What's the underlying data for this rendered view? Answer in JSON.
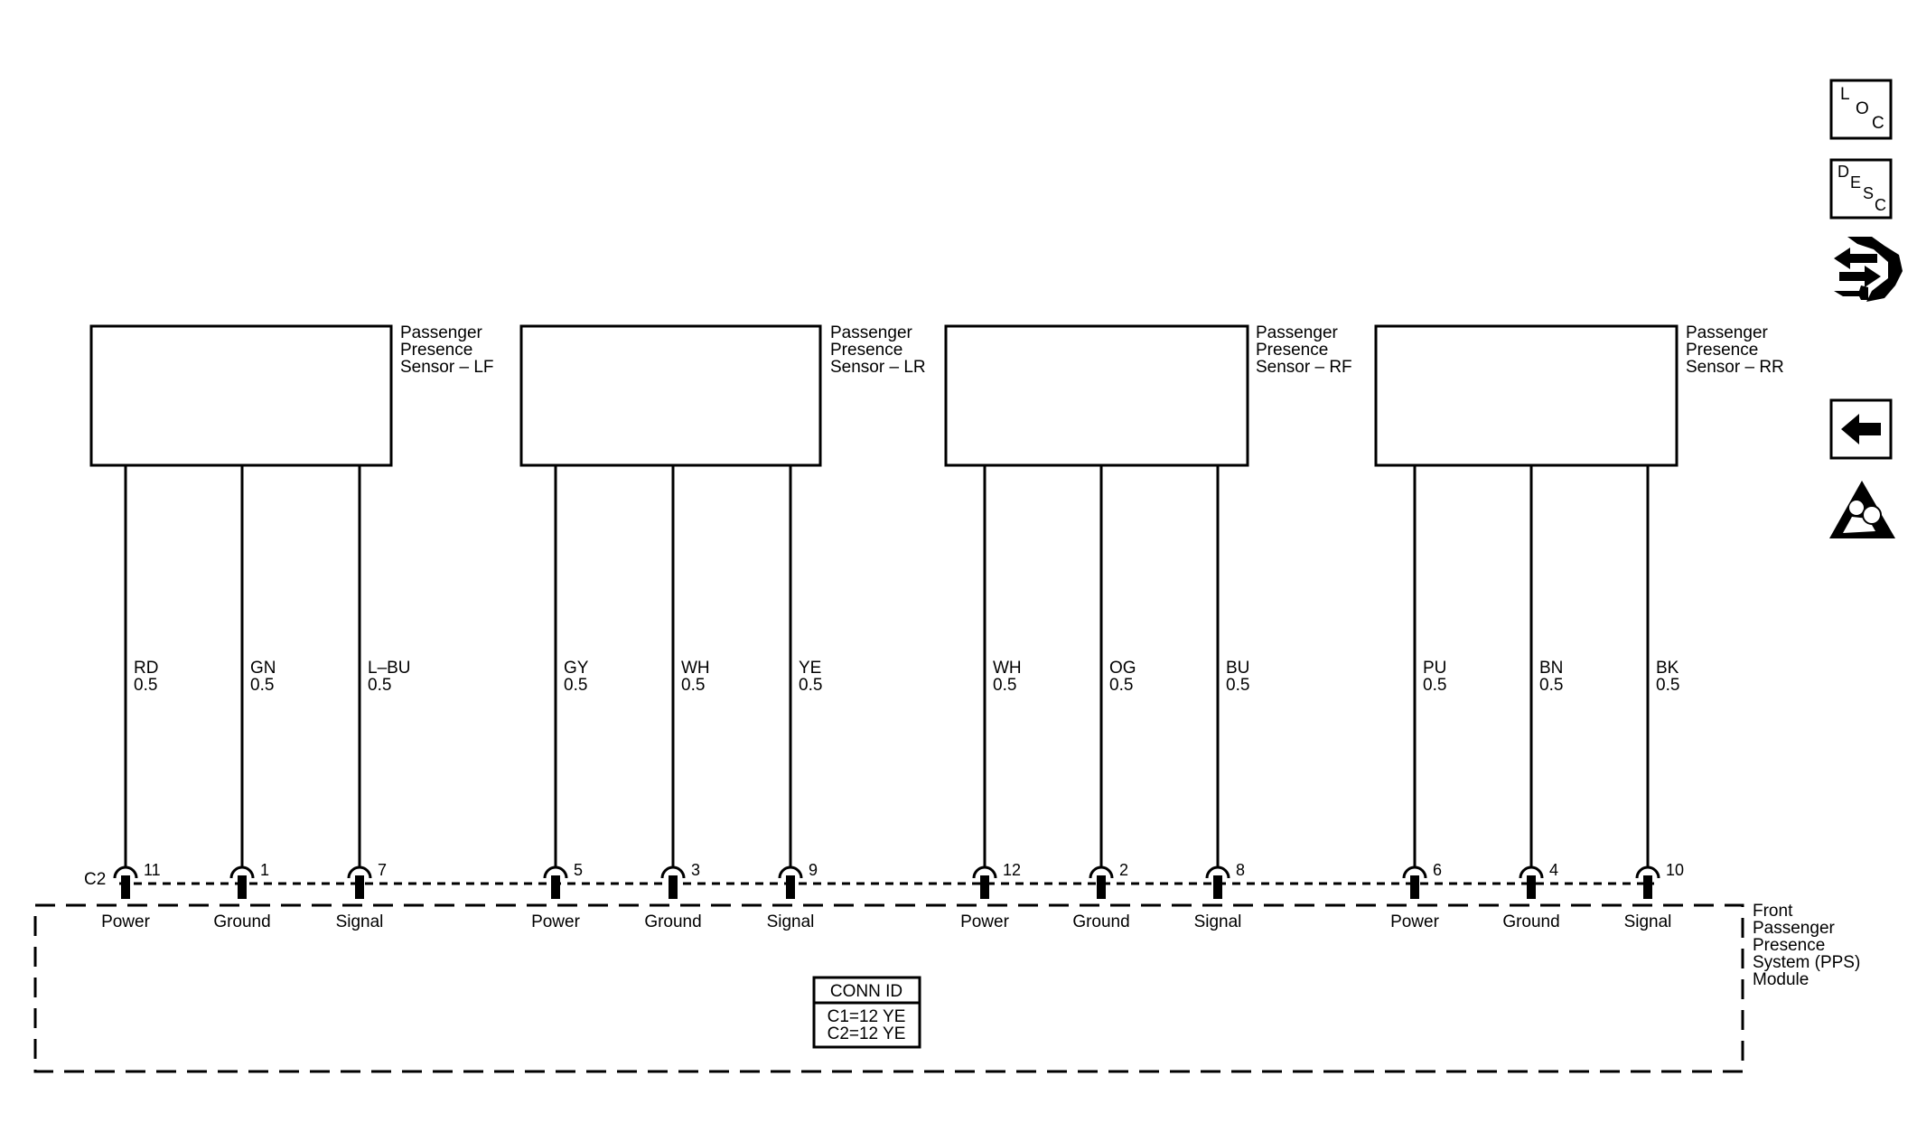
{
  "sensors": [
    {
      "label": [
        "Passenger",
        "Presence",
        "Sensor – LF"
      ]
    },
    {
      "label": [
        "Passenger",
        "Presence",
        "Sensor – LR"
      ]
    },
    {
      "label": [
        "Passenger",
        "Presence",
        "Sensor – RF"
      ]
    },
    {
      "label": [
        "Passenger",
        "Presence",
        "Sensor – RR"
      ]
    }
  ],
  "wires": [
    {
      "color": "RD",
      "gauge": "0.5",
      "pin": "11",
      "function": "Power"
    },
    {
      "color": "GN",
      "gauge": "0.5",
      "pin": "1",
      "function": "Ground"
    },
    {
      "color": "L–BU",
      "gauge": "0.5",
      "pin": "7",
      "function": "Signal"
    },
    {
      "color": "GY",
      "gauge": "0.5",
      "pin": "5",
      "function": "Power"
    },
    {
      "color": "WH",
      "gauge": "0.5",
      "pin": "3",
      "function": "Ground"
    },
    {
      "color": "YE",
      "gauge": "0.5",
      "pin": "9",
      "function": "Signal"
    },
    {
      "color": "WH",
      "gauge": "0.5",
      "pin": "12",
      "function": "Power"
    },
    {
      "color": "OG",
      "gauge": "0.5",
      "pin": "2",
      "function": "Ground"
    },
    {
      "color": "BU",
      "gauge": "0.5",
      "pin": "8",
      "function": "Signal"
    },
    {
      "color": "PU",
      "gauge": "0.5",
      "pin": "6",
      "function": "Power"
    },
    {
      "color": "BN",
      "gauge": "0.5",
      "pin": "4",
      "function": "Ground"
    },
    {
      "color": "BK",
      "gauge": "0.5",
      "pin": "10",
      "function": "Signal"
    }
  ],
  "connector": {
    "id": "C2"
  },
  "module": {
    "label": [
      "Front",
      "Passenger",
      "Presence",
      "System (PPS)",
      "Module"
    ]
  },
  "conn_table": {
    "title": "CONN ID",
    "rows": [
      "C1=12 YE",
      "C2=12 YE"
    ]
  },
  "side_icons": {
    "loc": {
      "letters": [
        "L",
        "O",
        "C"
      ]
    },
    "desc": {
      "letters": [
        "D",
        "E",
        "S",
        "C"
      ]
    },
    "connector_icon": "connector-repair-icon",
    "back_icon": "back-arrow-icon",
    "airbag_icon": "airbag-warning-icon"
  }
}
